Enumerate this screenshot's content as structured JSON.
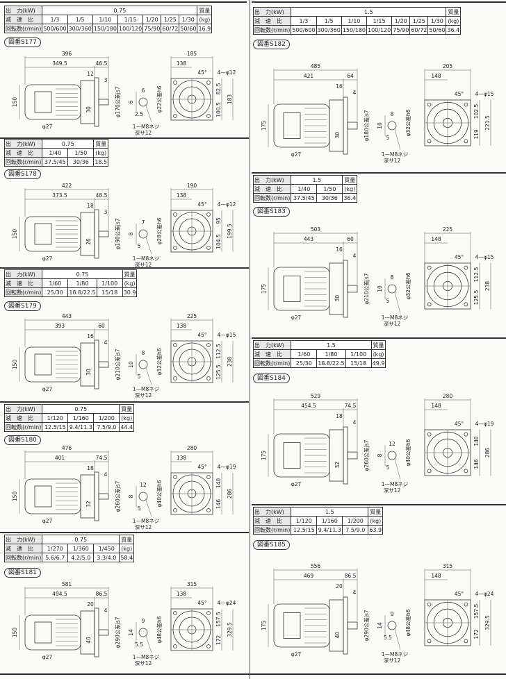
{
  "headers": {
    "output": "出　力(kW)",
    "ratio": "減　速　比",
    "speed": "回転数(r/min)",
    "mass": "質量",
    "mass_unit": "(kg)"
  },
  "sections": [
    {
      "fig": "図番S177",
      "kw": "0.75",
      "ratios": [
        "1/3",
        "1/5",
        "1/10",
        "1/15",
        "1/20",
        "1/25",
        "1/30"
      ],
      "speeds": [
        "500/600",
        "300/360",
        "150/180",
        "100/120",
        "75/90",
        "60/72",
        "50/60"
      ],
      "mass": "16.9",
      "dims": {
        "L": "396",
        "M": "349.5",
        "S": "46.5",
        "a": "12",
        "b": "3",
        "H": "150",
        "c": "30",
        "p27": "φ27",
        "k1": "6",
        "k2": "6",
        "k3": "2.5",
        "pilot": "φ170公差js7",
        "shaft": "φ22公差h6",
        "tap": "1—M8ネジ",
        "depth": "深サ12",
        "F": "185",
        "F1": "138",
        "ang": "45°",
        "holes": "4—φ12",
        "h1": "82.5",
        "h2": "100.5",
        "h3": "183"
      }
    },
    {
      "fig": "図番S178",
      "kw": "0.75",
      "ratios": [
        "1/40",
        "1/50"
      ],
      "speeds": [
        "37.5/45",
        "30/36"
      ],
      "mass": "18.5",
      "dims": {
        "L": "422",
        "M": "373.5",
        "S": "48.5",
        "a": "18",
        "b": "3",
        "H": "150",
        "c": "26",
        "p27": "φ27",
        "k1": "7",
        "k2": "8",
        "k3": "5",
        "pilot": "φ190公差js7",
        "shaft": "φ28公差h6",
        "tap": "1—M8ネジ",
        "depth": "深サ12",
        "F": "190",
        "F1": "138",
        "ang": "45°",
        "holes": "4—φ12",
        "h1": "95",
        "h2": "104.5",
        "h3": "199.5"
      }
    },
    {
      "fig": "図番S179",
      "kw": "0.75",
      "ratios": [
        "1/60",
        "1/80",
        "1/100"
      ],
      "speeds": [
        "25/30",
        "18.8/22.5",
        "15/18"
      ],
      "mass": "30.9",
      "dims": {
        "L": "443",
        "M": "393",
        "S": "60",
        "a": "16",
        "b": "4",
        "H": "150",
        "c": "30",
        "p27": "φ27",
        "k1": "8",
        "k2": "10",
        "k3": "5",
        "pilot": "φ210公差js7",
        "shaft": "φ32公差h6",
        "tap": "1—M8ネジ",
        "depth": "深サ12",
        "F": "225",
        "F1": "138",
        "ang": "45°",
        "holes": "4—φ15",
        "h1": "112.5",
        "h2": "125.5",
        "h3": "238"
      }
    },
    {
      "fig": "図番S180",
      "kw": "0.75",
      "ratios": [
        "1/120",
        "1/160",
        "1/200"
      ],
      "speeds": [
        "12.5/15",
        "9.4/11.3",
        "7.5/9.0"
      ],
      "mass": "44.4",
      "dims": {
        "L": "476",
        "M": "401",
        "S": "74.5",
        "a": "18",
        "b": "4",
        "H": "150",
        "c": "32",
        "p27": "φ27",
        "k1": "12",
        "k2": "8",
        "k3": "5",
        "pilot": "φ260公差js7",
        "shaft": "φ40公差h6",
        "tap": "1—M8ネジ",
        "depth": "深サ12",
        "F": "280",
        "F1": "138",
        "ang": "45°",
        "holes": "4—φ19",
        "h1": "140",
        "h2": "146",
        "h3": "286"
      }
    },
    {
      "fig": "図番S181",
      "kw": "0.75",
      "ratios": [
        "1/270",
        "1/360",
        "1/450"
      ],
      "speeds": [
        "5.6/6.7",
        "4.2/5.0",
        "3.3/4.0"
      ],
      "mass": "58.4",
      "dims": {
        "L": "581",
        "M": "494.5",
        "S": "86.5",
        "a": "20",
        "b": "4",
        "H": "150",
        "c": "40",
        "p27": "φ27",
        "k1": "9",
        "k2": "14",
        "k3": "5.5",
        "pilot": "φ290公差js7",
        "shaft": "φ48公差h6",
        "tap": "1—M8ネジ",
        "depth": "深サ12",
        "F": "315",
        "F1": "138",
        "ang": "45°",
        "holes": "4—φ24",
        "h1": "157.5",
        "h2": "172",
        "h3": "329.5"
      }
    },
    {
      "fig": "図番S182",
      "kw": "1.5",
      "ratios": [
        "1/3",
        "1/5",
        "1/10",
        "1/15",
        "1/20",
        "1/25",
        "1/30"
      ],
      "speeds": [
        "500/600",
        "300/360",
        "150/180",
        "100/120",
        "75/90",
        "60/72",
        "50/60"
      ],
      "mass": "36.4",
      "dims": {
        "L": "485",
        "M": "421",
        "S": "64",
        "a": "16",
        "b": "4",
        "H": "175",
        "c": "30",
        "p27": "φ27",
        "k1": "8",
        "k2": "10",
        "k3": "5",
        "pilot": "φ180公差js7",
        "shaft": "φ32公差h6",
        "tap": "1—M8ネジ",
        "depth": "深サ12",
        "F": "205",
        "F1": "148",
        "ang": "45°",
        "holes": "4—φ15",
        "h1": "102.5",
        "h2": "119",
        "h3": "221.5"
      }
    },
    {
      "fig": "図番S183",
      "kw": "1.5",
      "ratios": [
        "1/40",
        "1/50"
      ],
      "speeds": [
        "37.5/45",
        "30/36"
      ],
      "mass": "36.4",
      "dims": {
        "L": "503",
        "M": "443",
        "S": "60",
        "a": "16",
        "b": "4",
        "H": "175",
        "c": "30",
        "p27": "φ27",
        "k1": "8",
        "k2": "10",
        "k3": "5",
        "pilot": "φ210公差js7",
        "shaft": "φ32公差h6",
        "tap": "1—M8ネジ",
        "depth": "深サ12",
        "F": "225",
        "F1": "148",
        "ang": "45°",
        "holes": "4—φ15",
        "h1": "112.5",
        "h2": "125.5",
        "h3": "238"
      }
    },
    {
      "fig": "図番S184",
      "kw": "1.5",
      "ratios": [
        "1/60",
        "1/80",
        "1/100"
      ],
      "speeds": [
        "25/30",
        "18.8/22.5",
        "15/18"
      ],
      "mass": "49.9",
      "dims": {
        "L": "529",
        "M": "454.5",
        "S": "74.5",
        "a": "18",
        "b": "4",
        "H": "175",
        "c": "32",
        "p27": "φ27",
        "k1": "12",
        "k2": "8",
        "k3": "5",
        "pilot": "φ260公差js7",
        "shaft": "φ40公差h6",
        "tap": "1—M8ネジ",
        "depth": "深サ12",
        "F": "280",
        "F1": "148",
        "ang": "45°",
        "holes": "4—φ19",
        "h1": "140",
        "h2": "146",
        "h3": "286"
      }
    },
    {
      "fig": "図番S185",
      "kw": "1.5",
      "ratios": [
        "1/120",
        "1/160",
        "1/200"
      ],
      "speeds": [
        "12.5/15",
        "9.4/11.3",
        "7.5/9.0"
      ],
      "mass": "63.9",
      "dims": {
        "L": "556",
        "M": "469",
        "S": "86.5",
        "a": "20",
        "b": "4",
        "H": "175",
        "c": "40",
        "p27": "φ27",
        "k1": "9",
        "k2": "14",
        "k3": "5.5",
        "pilot": "φ290公差js7",
        "shaft": "φ48公差h6",
        "tap": "1—M8ネジ",
        "depth": "深サ12",
        "F": "315",
        "F1": "148",
        "ang": "45°",
        "holes": "4—φ24",
        "h1": "157.5",
        "h2": "172",
        "h3": "329.5"
      }
    }
  ]
}
